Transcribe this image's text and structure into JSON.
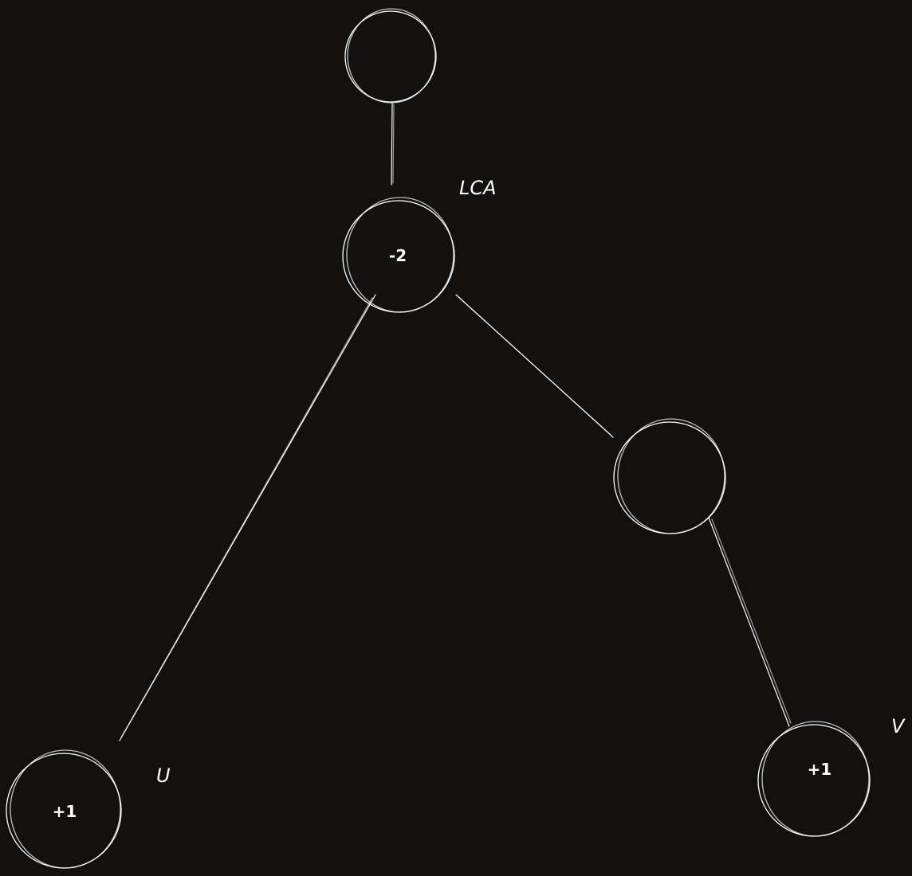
{
  "diagram": {
    "background_color": "#121110",
    "stroke_color": "#ffffff",
    "nodes": [
      {
        "id": "top",
        "value": "",
        "label": ""
      },
      {
        "id": "lca",
        "value": "-2",
        "label": "LCA"
      },
      {
        "id": "right-mid",
        "value": "",
        "label": ""
      },
      {
        "id": "u",
        "value": "+1",
        "label": "U"
      },
      {
        "id": "v",
        "value": "+1",
        "label": "V"
      }
    ],
    "edges": [
      {
        "from": "top",
        "to": "lca"
      },
      {
        "from": "lca",
        "to": "u"
      },
      {
        "from": "lca",
        "to": "right-mid"
      },
      {
        "from": "right-mid",
        "to": "v"
      }
    ]
  }
}
